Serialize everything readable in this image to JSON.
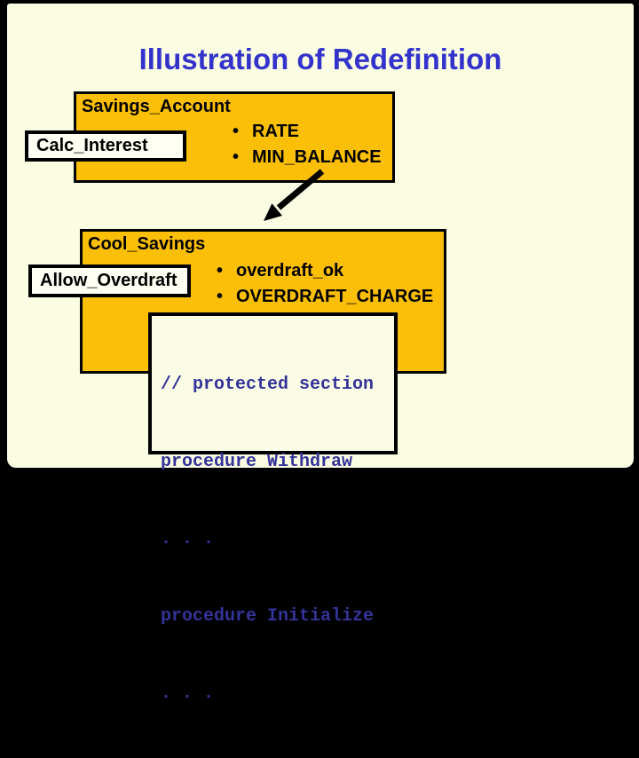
{
  "slide": {
    "title": "Illustration of Redefinition",
    "bullet_char": "•",
    "colors": {
      "background": "#FAFDE2",
      "frame": "#000000",
      "class_box_fill": "#FCBF08",
      "label_box_fill": "#FEFEF2",
      "code_box_fill": "#FBFCE6",
      "title_text": "#3333CC",
      "code_text": "#333399"
    }
  },
  "base_class": {
    "name": "Savings_Account",
    "method_label": "Calc_Interest",
    "attributes": [
      "RATE",
      "MIN_BALANCE"
    ]
  },
  "derived_class": {
    "name": "Cool_Savings",
    "method_label": "Allow_Overdraft",
    "attributes": [
      "overdraft_ok",
      "OVERDRAFT_CHARGE"
    ]
  },
  "code_box": {
    "lines": [
      "// protected section",
      "procedure Withdraw",
      ". . .",
      "procedure Initialize",
      ". . ."
    ]
  }
}
